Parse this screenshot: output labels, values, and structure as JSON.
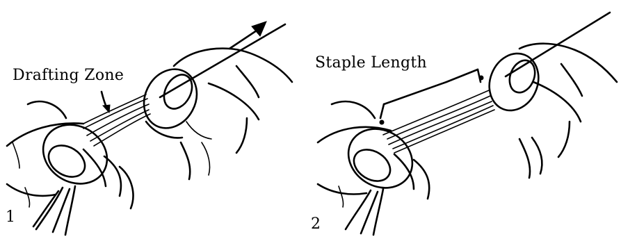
{
  "panels": [
    {
      "number": "1",
      "caption": "Drafting Zone",
      "icon": "hands-drafting-fibers-icon"
    },
    {
      "number": "2",
      "caption": "Staple Length",
      "icon": "hands-measuring-staple-icon"
    }
  ],
  "colors": {
    "ink": "#000000",
    "paper": "#ffffff"
  }
}
